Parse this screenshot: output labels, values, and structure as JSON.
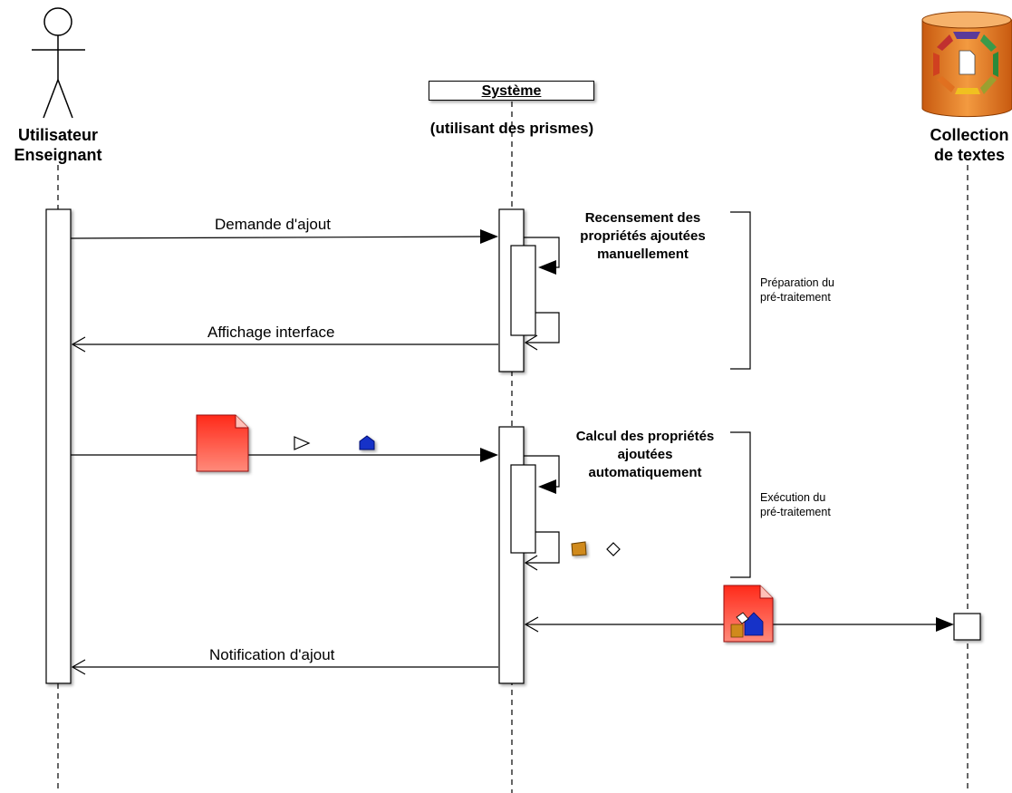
{
  "actors": {
    "user": {
      "line1": "Utilisateur",
      "line2": "Enseignant"
    },
    "system": {
      "title": "Système",
      "subtitle": "(utilisant des prismes)"
    },
    "collection": {
      "line1": "Collection",
      "line2": "de textes"
    }
  },
  "messages": {
    "demande": "Demande d'ajout",
    "affichage": "Affichage interface",
    "notification": "Notification d'ajout"
  },
  "self_calls": {
    "recensement": {
      "line1": "Recensement des",
      "line2": "propriétés ajoutées",
      "line3": "manuellement"
    },
    "calcul": {
      "line1": "Calcul des propriétés",
      "line2": "ajoutées",
      "line3": "automatiquement"
    }
  },
  "phases": {
    "preparation": {
      "line1": "Préparation du",
      "line2": "pré-traitement"
    },
    "execution": {
      "line1": "Exécution du",
      "line2": "pré-traitement"
    }
  },
  "icons": [
    "stick-figure-icon",
    "database-icon",
    "document-icon",
    "triangle-icon",
    "house-icon",
    "folder-icon",
    "diamond-icon"
  ],
  "colors": {
    "document": "#e8301c",
    "house": "#1530c8",
    "folder": "#d08a1a",
    "database": "#e07a20"
  }
}
